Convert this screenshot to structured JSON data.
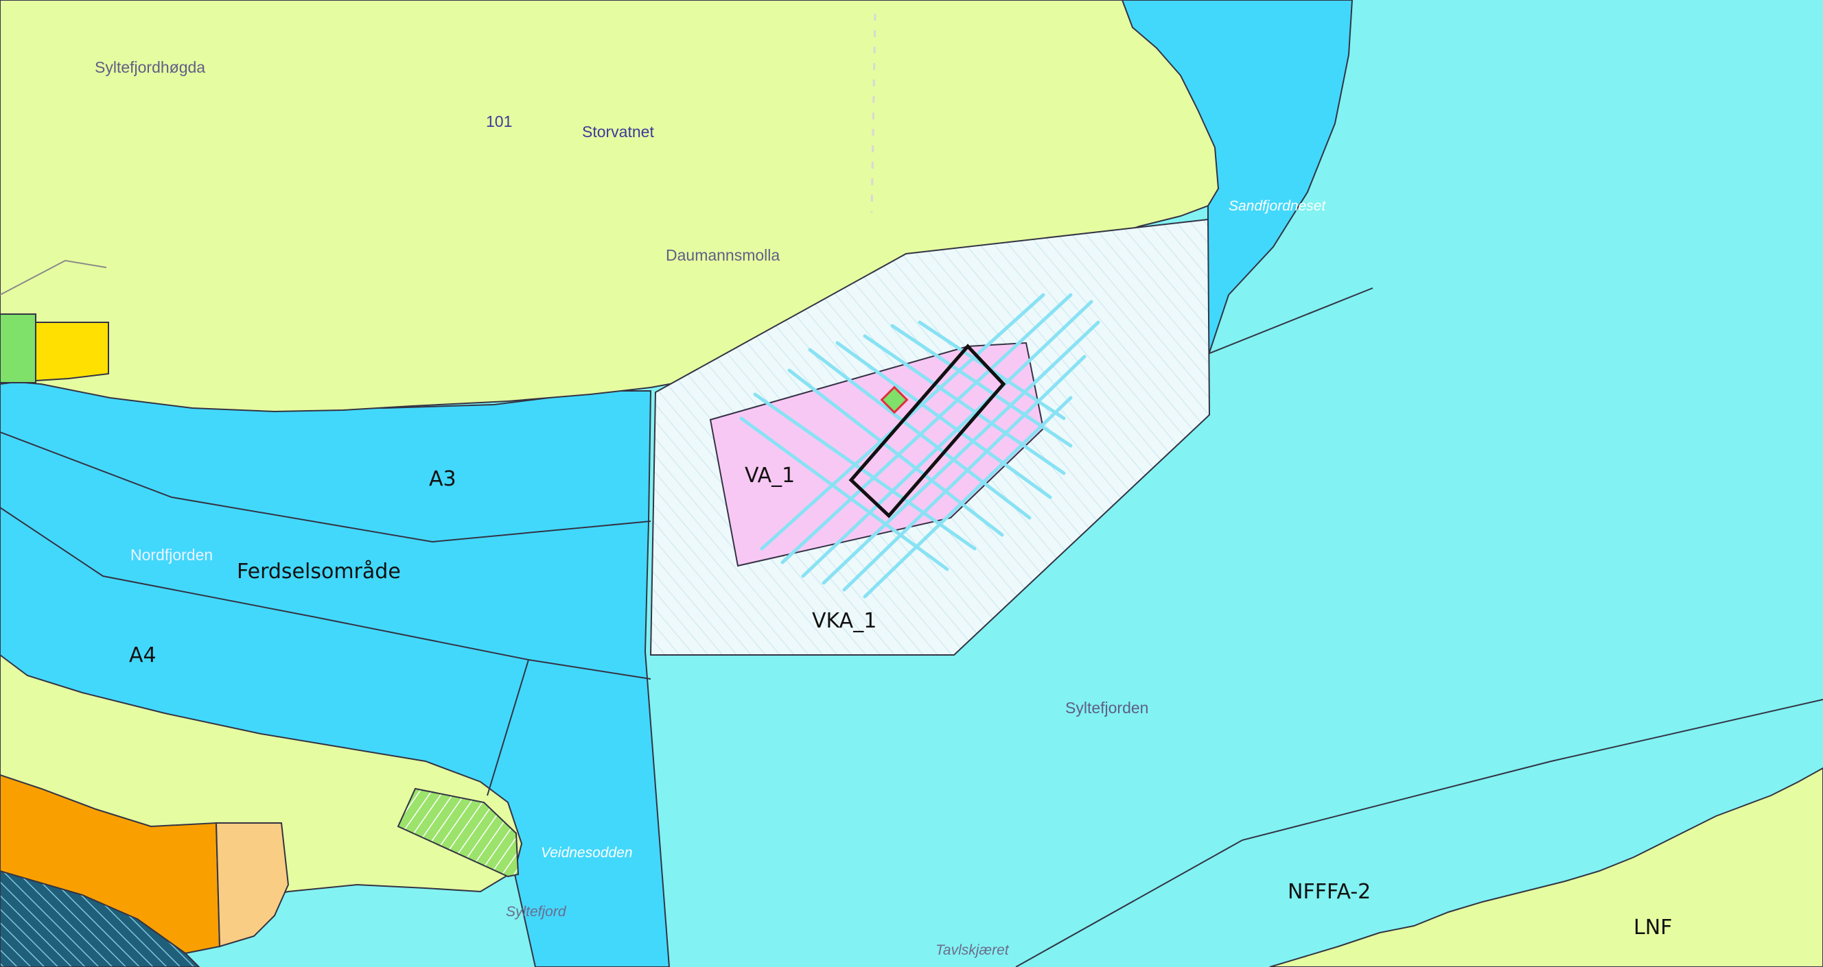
{
  "map": {
    "place_names": {
      "syltefjordhogda": "Syltefjordhøgda",
      "storvatnet": "Storvatnet",
      "elevation_101": "101",
      "daumannsmolla": "Daumannsmolla",
      "sandfjordneset": "Sandfjordneset",
      "nordfjorden": "Nordfjorden",
      "syltefjorden": "Syltefjorden",
      "veidnesodden": "Veidnesodden",
      "syltefjord": "Syltefjord",
      "tavlskjaeret": "Tavlskjæret"
    },
    "zone_labels": {
      "a3": "A3",
      "a4": "A4",
      "ferdselsomrade": "Ferdselsområde",
      "va_1": "VA_1",
      "vka_1": "VKA_1",
      "nfffa_2": "NFFFA-2",
      "lnf": "LNF"
    },
    "colors": {
      "land": "#e6fca0",
      "water_dark": "#42d8fc",
      "water_light": "#82f2f2",
      "aquaculture_zone": "#eaf8fb",
      "va_zone": "#f8c8f4",
      "orange_zone": "#f9a000",
      "peach_zone": "#f9cd84",
      "yellow_zone": "#ffe000",
      "green_zone": "#7fe06a",
      "hatch_green": "#9be36b",
      "dark_hatch": "#1f5f7a",
      "mooring_lines": "#88e2f4",
      "outline": "#333344"
    }
  }
}
